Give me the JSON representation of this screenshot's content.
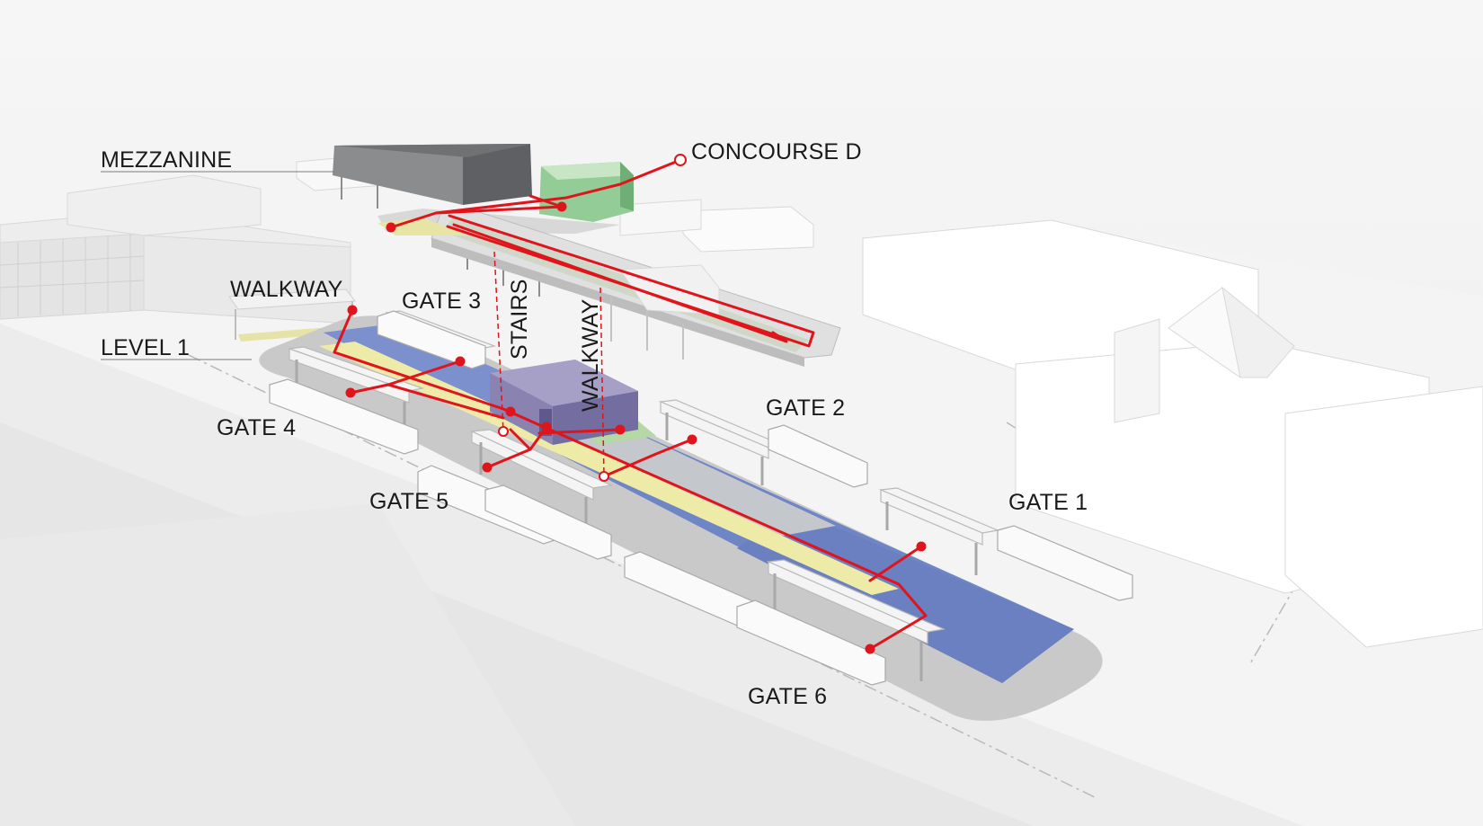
{
  "labels": {
    "mezzanine": "MEZZANINE",
    "level_1": "LEVEL 1",
    "walkway_upper": "WALKWAY",
    "concourse_d": "CONCOURSE D",
    "gate_1": "GATE 1",
    "gate_2": "GATE 2",
    "gate_3": "GATE 3",
    "gate_4": "GATE 4",
    "gate_5": "GATE 5",
    "gate_6": "GATE 6",
    "stairs": "STAIRS",
    "walkway_vertical": "WALKWAY"
  },
  "colors": {
    "background": "#f3f3f3",
    "route": "#e0141b",
    "platform_blue": "#6f86c6",
    "walk_strip": "#eeeaa8",
    "mezzanine_block": "#86888a",
    "concourse_green": "#8fc994",
    "stair_block": "#8d86b4",
    "building": "#ffffff"
  }
}
